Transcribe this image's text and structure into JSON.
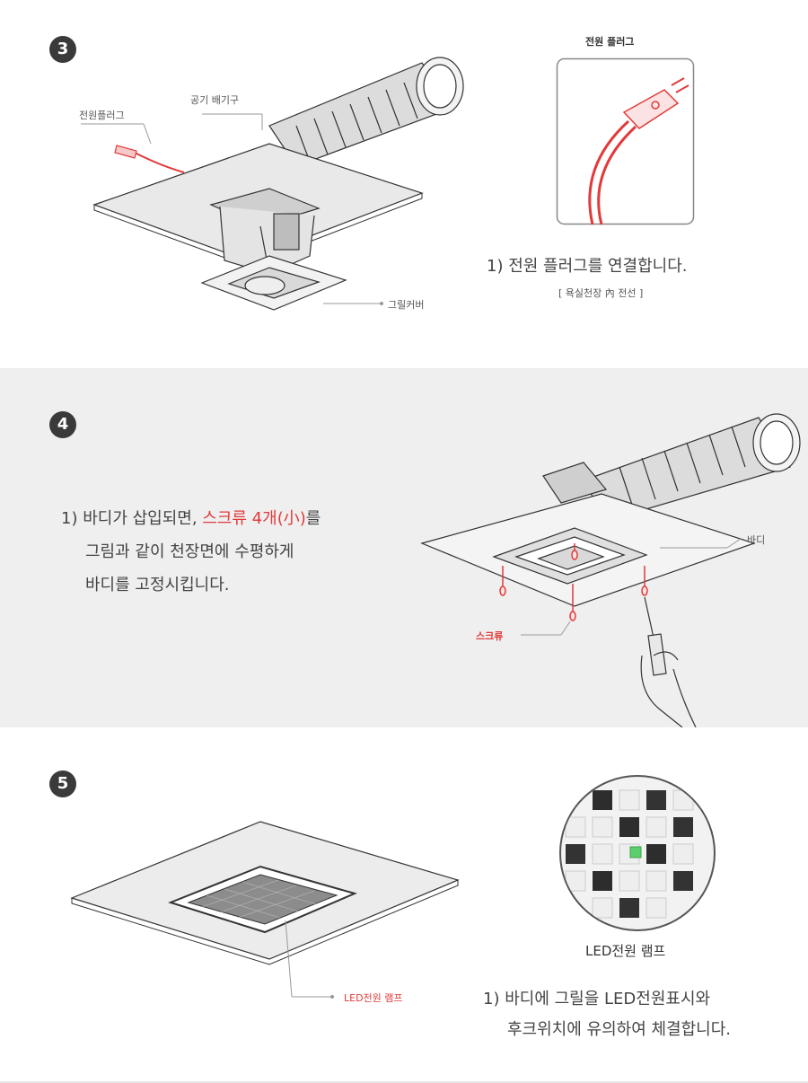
{
  "step3": {
    "number": "3",
    "label_plug": "전원플러그",
    "label_exhaust": "공기 배기구",
    "label_grille": "그릴커버",
    "inset_title": "전원 플러그",
    "instruction": "1) 전원 플러그를 연결합니다.",
    "note": "[ 욕실천장 內 전선 ]"
  },
  "step4": {
    "number": "4",
    "line1_prefix": "1) 바디가 삽입되면, ",
    "line1_highlight": "스크류 4개(小)",
    "line1_suffix": "를",
    "line2": "그림과 같이 천장면에 수평하게",
    "line3": "바디를 고정시킵니다.",
    "label_body": "바디",
    "label_screw": "스크류"
  },
  "step5": {
    "number": "5",
    "label_led": "LED전원 램프",
    "inset_caption": "LED전원 램프",
    "instruction_line1": "1) 바디에 그릴을 LED전원표시와",
    "instruction_line2": "후크위치에 유의하여 체결합니다."
  },
  "colors": {
    "accent_red": "#e23a3a",
    "section_gray": "#efefef",
    "number_bg": "#3a3a3a",
    "led_green": "#5ccf6a"
  }
}
